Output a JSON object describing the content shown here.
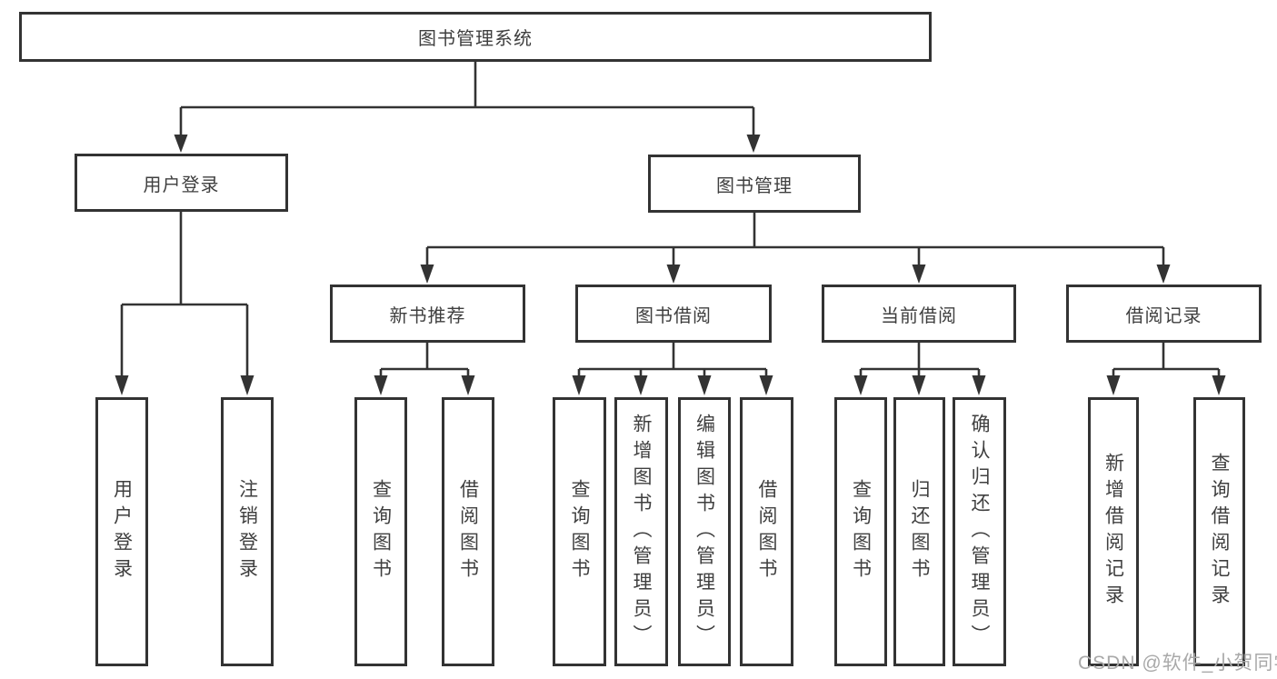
{
  "tree": {
    "root": {
      "label": "图书管理系统"
    },
    "branches": [
      {
        "label": "用户登录",
        "children": [
          {
            "label": "用户登录"
          },
          {
            "label": "注销登录"
          }
        ]
      },
      {
        "label": "图书管理",
        "children": [
          {
            "label": "新书推荐",
            "children": [
              {
                "label": "查询图书"
              },
              {
                "label": "借阅图书"
              }
            ]
          },
          {
            "label": "图书借阅",
            "children": [
              {
                "label": "查询图书"
              },
              {
                "label": "新增图书（管理员）"
              },
              {
                "label": "编辑图书（管理员）"
              },
              {
                "label": "借阅图书"
              }
            ]
          },
          {
            "label": "当前借阅",
            "children": [
              {
                "label": "查询图书"
              },
              {
                "label": "归还图书"
              },
              {
                "label": "确认归还（管理员）"
              }
            ]
          },
          {
            "label": "借阅记录",
            "children": [
              {
                "label": "新增借阅记录"
              },
              {
                "label": "查询借阅记录"
              }
            ]
          }
        ]
      }
    ]
  },
  "watermark": {
    "text": "CSDN @软件_小贺同学"
  },
  "colors": {
    "line": "#333333",
    "box_border": "#333333",
    "text": "#3f3f3f",
    "watermark": "#a9a9a9",
    "background": "#ffffff"
  }
}
